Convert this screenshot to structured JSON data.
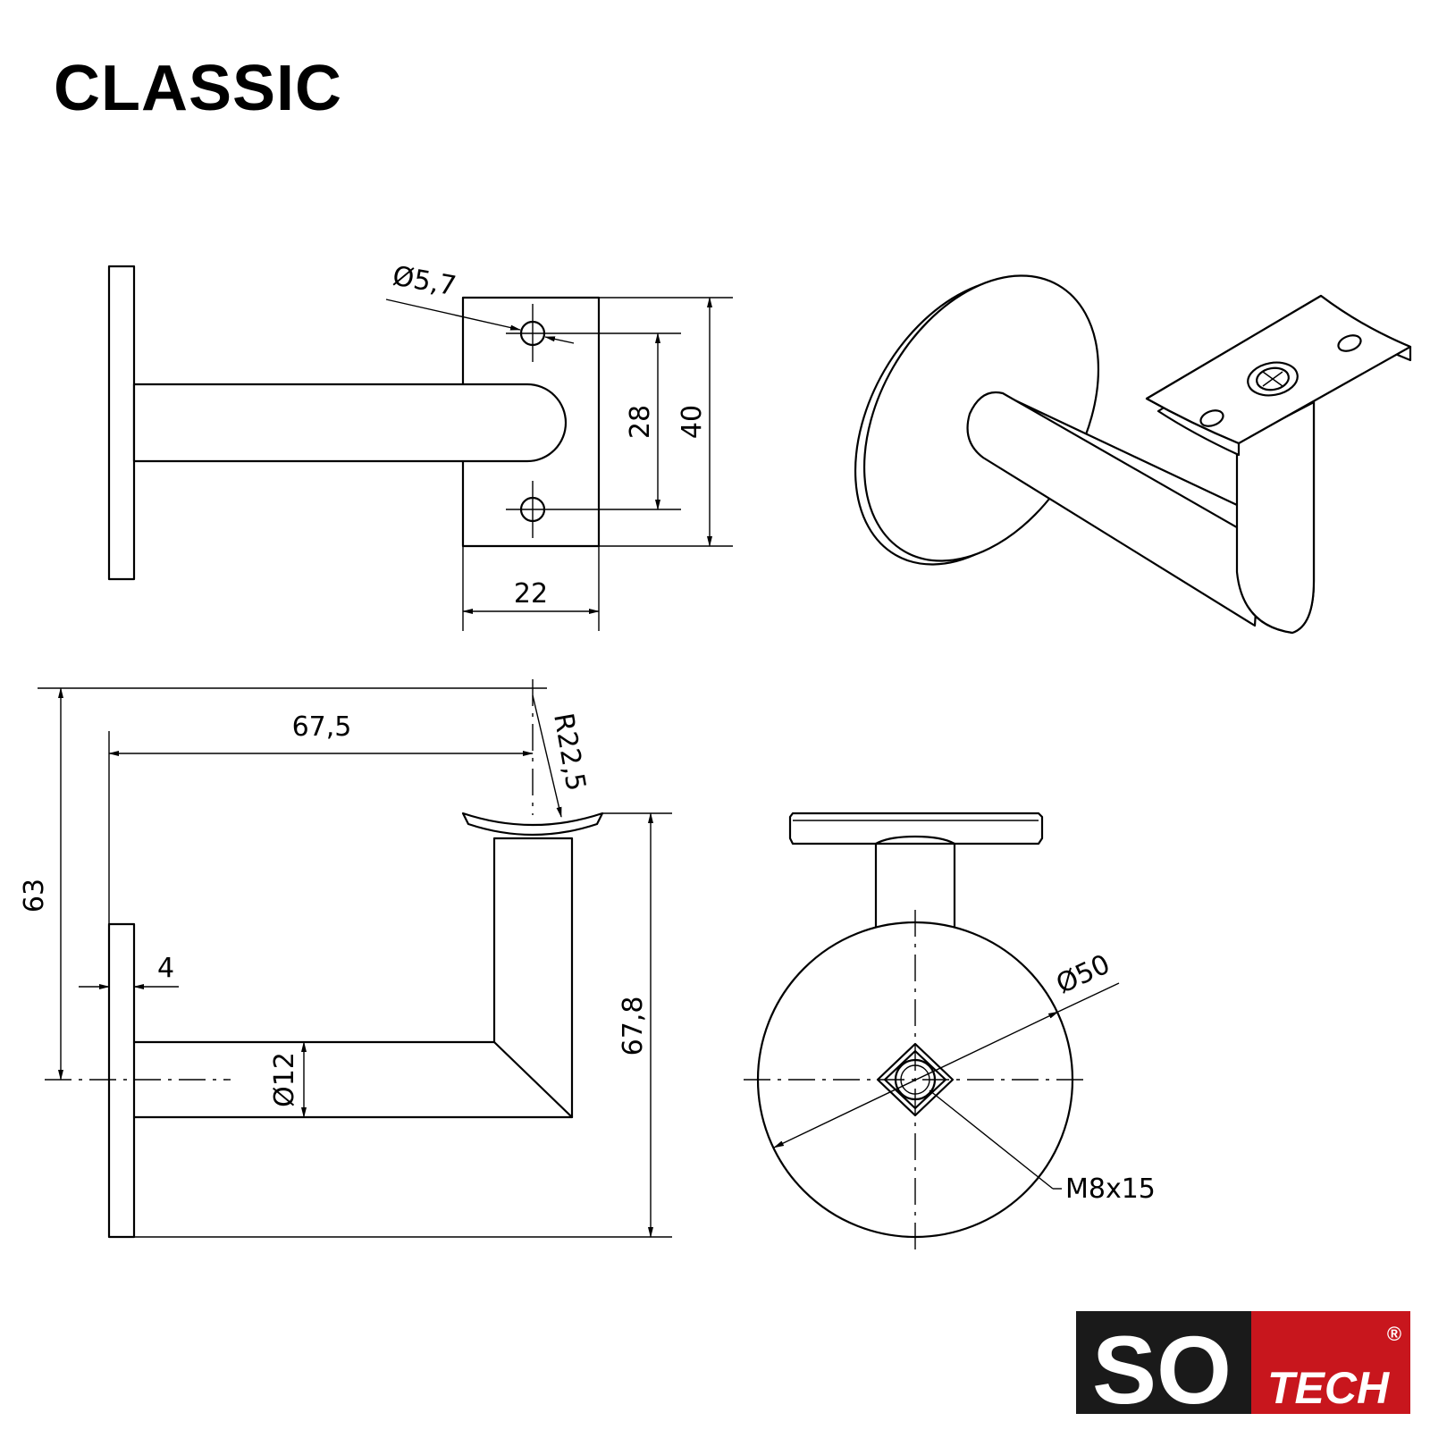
{
  "title": "CLASSIC",
  "dimensions": {
    "hole_diameter": "Ø5,7",
    "hole_spacing": "28",
    "plate_height": "40",
    "plate_width": "22",
    "arm_length": "67,5",
    "saddle_radius": "R22,5",
    "height_to_axis": "63",
    "base_thickness": "4",
    "rod_diameter": "Ø12",
    "total_height": "67,8",
    "base_diameter": "Ø50",
    "thread": "M8x15"
  },
  "logo": {
    "brand_left": "SO",
    "brand_right": "TECH",
    "registered": "®",
    "colors": {
      "dark": "#1a1a1a",
      "red": "#c8161d"
    }
  }
}
